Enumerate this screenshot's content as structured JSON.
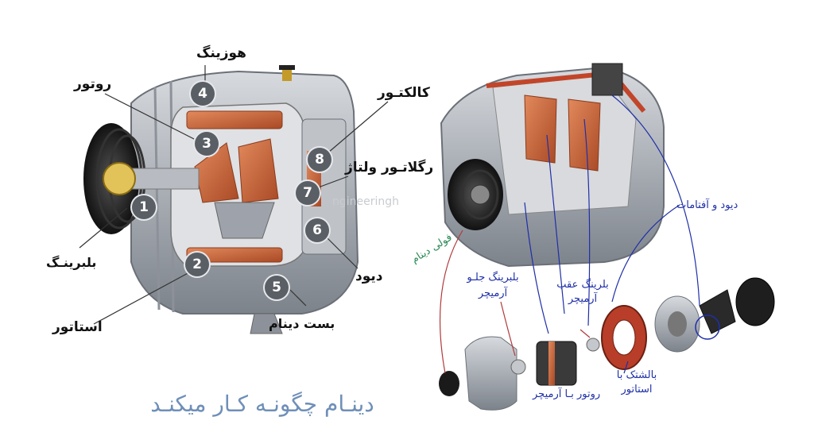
{
  "title": "دینـام چگونـه کـار میکنـد",
  "watermark": "ngineeringh",
  "left_diagram": {
    "markers": [
      "1",
      "2",
      "3",
      "4",
      "5",
      "6",
      "7",
      "8"
    ],
    "labels": {
      "housing": "هوزینگ",
      "rotor": "روتور",
      "collector": "کالکتـور",
      "regulator": "رگلاتـور ولتاژ",
      "bearing": "بلبرینـگ",
      "diode": "دیود",
      "stator": "استاتور",
      "bracket": "بست دینام"
    }
  },
  "right_diagram": {
    "labels": {
      "pulley": "فولی دینام",
      "front_bearing": "بلبرینگ جلـو آرمیچر",
      "rear_bearing": "بلرینگ عقب آرمیچر",
      "diode_rectifier": "دیود و آفتامات",
      "rotor_armature": "روتور بـا آرمیچر",
      "stator_cover": "بالشتک با استاتور"
    }
  },
  "colors": {
    "title": "#6f8fb8",
    "blue_label": "#1f2fa8",
    "red_label": "#b03a3a",
    "green_label": "#2a8a55",
    "copper": "#c8623a",
    "housing_metal": "#a9aeb5"
  }
}
